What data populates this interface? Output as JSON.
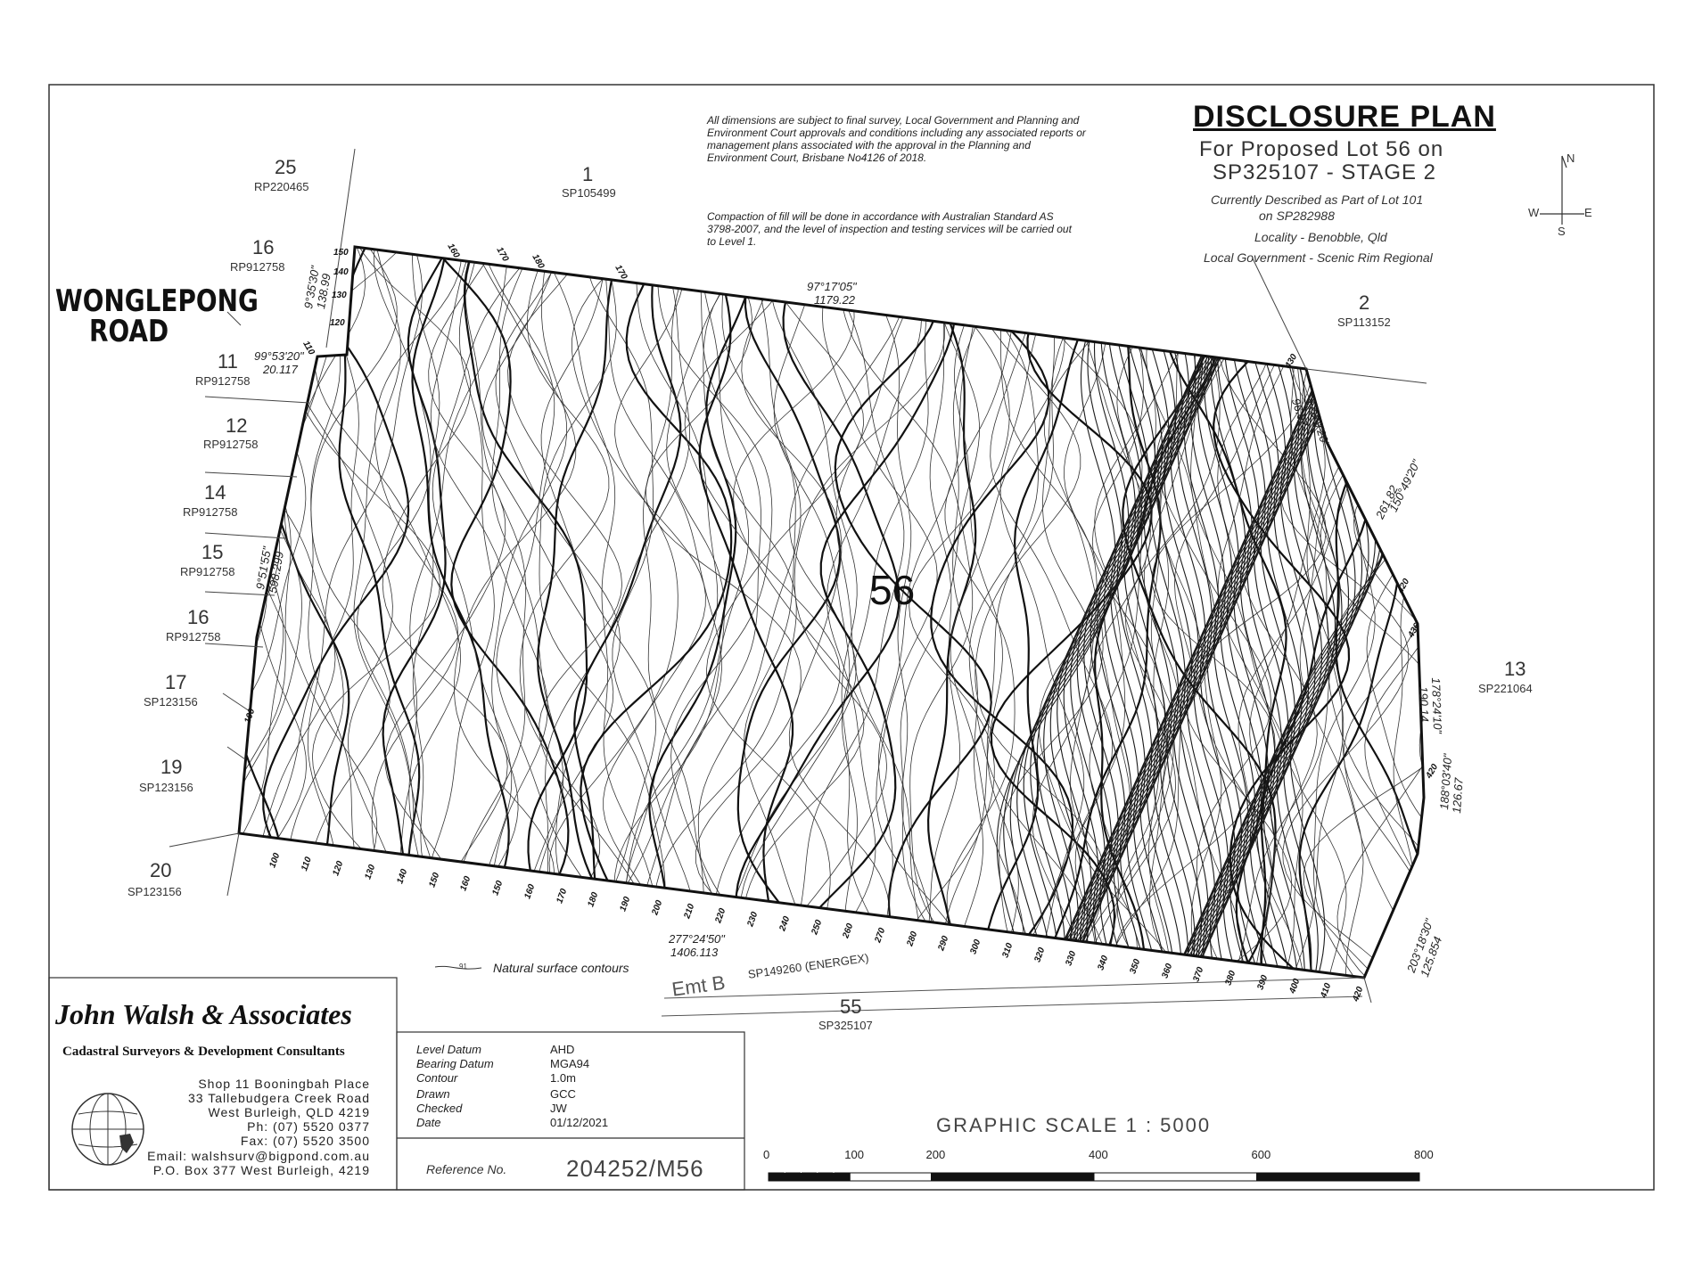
{
  "title": {
    "main": "DISCLOSURE PLAN",
    "line1": "For Proposed Lot 56 on",
    "line2": "SP325107 - STAGE 2",
    "described": "Currently Described as Part of Lot 101",
    "described2": "on SP282988",
    "locality": "Locality - Benobble, Qld",
    "local_government": "Local Government - Scenic Rim Regional"
  },
  "notes": {
    "note1": "All dimensions are subject to final survey, Local Government and Planning and Environment Court approvals and conditions including any associated reports or management plans associated with the approval in the Planning and Environment Court, Brisbane No4126 of 2018.",
    "note2": "Compaction of fill will be done in accordance with Australian Standard AS 3798-2007, and the level of inspection and testing services will be carried out to Level 1."
  },
  "compass": {
    "n": "N",
    "s": "S",
    "e": "E",
    "w": "W"
  },
  "road": {
    "line1": "WONGLEPONG",
    "line2": "ROAD"
  },
  "lot_label": "56",
  "neighbours": [
    {
      "num": "25",
      "plan": "RP220465"
    },
    {
      "num": "1",
      "plan": "SP105499"
    },
    {
      "num": "16",
      "plan": "RP912758"
    },
    {
      "num": "11",
      "plan": "RP912758"
    },
    {
      "num": "12",
      "plan": "RP912758"
    },
    {
      "num": "14",
      "plan": "RP912758"
    },
    {
      "num": "15",
      "plan": "RP912758"
    },
    {
      "num": "16",
      "plan": "RP912758"
    },
    {
      "num": "17",
      "plan": "SP123156"
    },
    {
      "num": "19",
      "plan": "SP123156"
    },
    {
      "num": "20",
      "plan": "SP123156"
    },
    {
      "num": "2",
      "plan": "SP113152"
    },
    {
      "num": "13",
      "plan": "SP221064"
    },
    {
      "num": "55",
      "plan": "SP325107"
    }
  ],
  "bearings": [
    {
      "bearing": "97°17'05\"",
      "distance": "1179.22"
    },
    {
      "bearing": "172°9'20\"",
      "distance": "96.07"
    },
    {
      "bearing": "150°49'20\"",
      "distance": "261.82"
    },
    {
      "bearing": "178°24'10\"",
      "distance": "190.14"
    },
    {
      "bearing": "188°03'40\"",
      "distance": "126.67"
    },
    {
      "bearing": "203°18'30\"",
      "distance": "125.854"
    },
    {
      "bearing": "277°24'50\"",
      "distance": "1406.113"
    },
    {
      "bearing": "9°51'55\"",
      "distance": "598.299"
    },
    {
      "bearing": "99°53'20\"",
      "distance": "20.117"
    },
    {
      "bearing": "9°35'30\"",
      "distance": "138.99"
    }
  ],
  "contour_ticks": {
    "top": [
      "160",
      "170",
      "180",
      "170"
    ],
    "left": [
      "150",
      "140",
      "130",
      "120",
      "110",
      "100"
    ],
    "bottom": [
      "100",
      "110",
      "120",
      "130",
      "140",
      "150",
      "160",
      "150",
      "160",
      "170",
      "180",
      "190",
      "200",
      "210",
      "220",
      "230",
      "240",
      "250",
      "260",
      "270",
      "280",
      "290",
      "300",
      "310",
      "320",
      "330",
      "340",
      "350",
      "360",
      "370",
      "380",
      "390",
      "400",
      "410",
      "420"
    ],
    "right": [
      "430",
      "420",
      "436",
      "420"
    ]
  },
  "legend": {
    "contour_sample": "91",
    "natural_surface": "Natural surface contours"
  },
  "easement": {
    "label": "Emt B",
    "plan": "SP149260 (ENERGEX)"
  },
  "firm": {
    "name": "John Walsh & Associates",
    "subtitle": "Cadastral Surveyors & Development Consultants",
    "address": [
      "Shop 11 Booningbah Place",
      "33 Tallebudgera Creek Road",
      "West Burleigh, QLD 4219",
      "Ph: (07) 5520 0377",
      "Fax: (07) 5520 3500",
      "Email: walshsurv@bigpond.com.au",
      "P.O. Box 377 West Burleigh, 4219"
    ]
  },
  "info": [
    {
      "label": "Level Datum",
      "value": "AHD"
    },
    {
      "label": "Bearing Datum",
      "value": "MGA94"
    },
    {
      "label": "Contour",
      "value": "1.0m"
    },
    {
      "label": "Drawn",
      "value": "GCC"
    },
    {
      "label": "Checked",
      "value": "JW"
    },
    {
      "label": "Date",
      "value": "01/12/2021"
    }
  ],
  "reference": {
    "label": "Reference No.",
    "value": "204252/M56"
  },
  "scale": {
    "title": "GRAPHIC SCALE 1 : 5000",
    "ticks": [
      "0",
      "100",
      "200",
      "400",
      "600",
      "800"
    ]
  }
}
